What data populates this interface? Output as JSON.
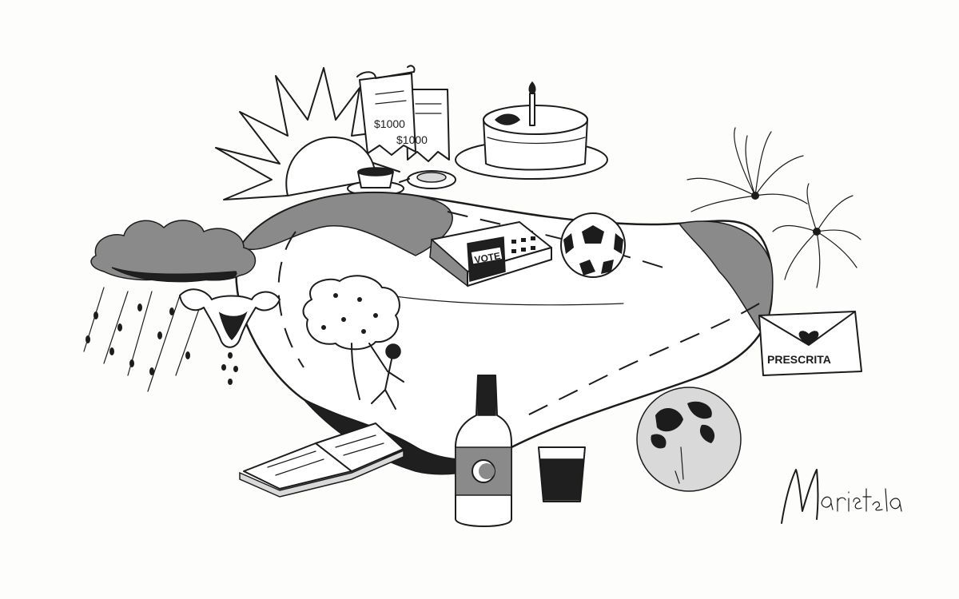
{
  "artwork": {
    "signature": "Maristela",
    "receipt_amounts": [
      "$1000",
      "$1000"
    ],
    "ballot_label": "VOTE",
    "envelope_label": "PRESCRITA",
    "colors": {
      "ink": "#1c1c1c",
      "paper": "#fdfdfb",
      "shadow_dark": "#1f1f1f",
      "shadow_mid": "#8a8a8a"
    },
    "icons": [
      "sun-icon",
      "receipts-icon",
      "birthday-cake-icon",
      "coffee-cup-icon",
      "watch-icon",
      "fireworks-icon",
      "rain-cloud-icon",
      "uterus-icon",
      "ballot-box-icon",
      "soccer-ball-icon",
      "tree-icon",
      "person-icon",
      "envelope-icon",
      "heart-icon",
      "book-icon",
      "bottle-icon",
      "glass-icon",
      "globe-icon"
    ]
  }
}
